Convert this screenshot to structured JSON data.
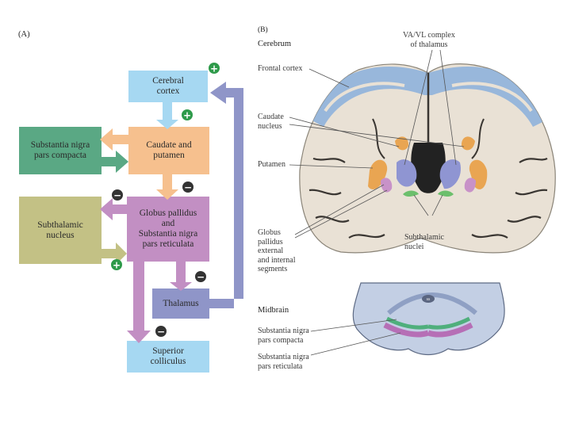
{
  "panel_a": {
    "label": "(A)",
    "boxes": {
      "cortex": "Cerebral\ncortex",
      "caudate": "Caudate and\nputamen",
      "snc": "Substantia nigra\npars compacta",
      "subthalamic": "Subthalamic\nnucleus",
      "globus": "Globus pallidus\nand\nSubstantia nigra\npars reticulata",
      "thalamus": "Thalamus",
      "colliculus": "Superior\ncolliculus"
    },
    "signs": {
      "plus": "+",
      "minus": "−"
    }
  },
  "panel_b": {
    "label": "(B)",
    "cerebrum": "Cerebrum",
    "labels": {
      "va_vl": "VA/VL complex\nof thalamus",
      "frontal": "Frontal cortex",
      "caudate": "Caudate\nnucleus",
      "putamen": "Putamen",
      "globus": "Globus\npallidus\nexternal\nand internal\nsegments",
      "subthalamic": "Subthalamic\nnuclei",
      "midbrain": "Midbrain",
      "snc": "Substantia nigra\npars compacta",
      "snr": "Substantia nigra\npars reticulata"
    }
  },
  "colors": {
    "cortex_box": "#a6d8f2",
    "caudate_box": "#f6c08e",
    "snc_box": "#5aa884",
    "subthalamic_box": "#c3c185",
    "globus_box": "#c28fc3",
    "thalamus_box": "#8f95c8",
    "colliculus_box": "#a6d8f2",
    "sign_plus": "#2e9a4a",
    "sign_minus": "#333333"
  }
}
